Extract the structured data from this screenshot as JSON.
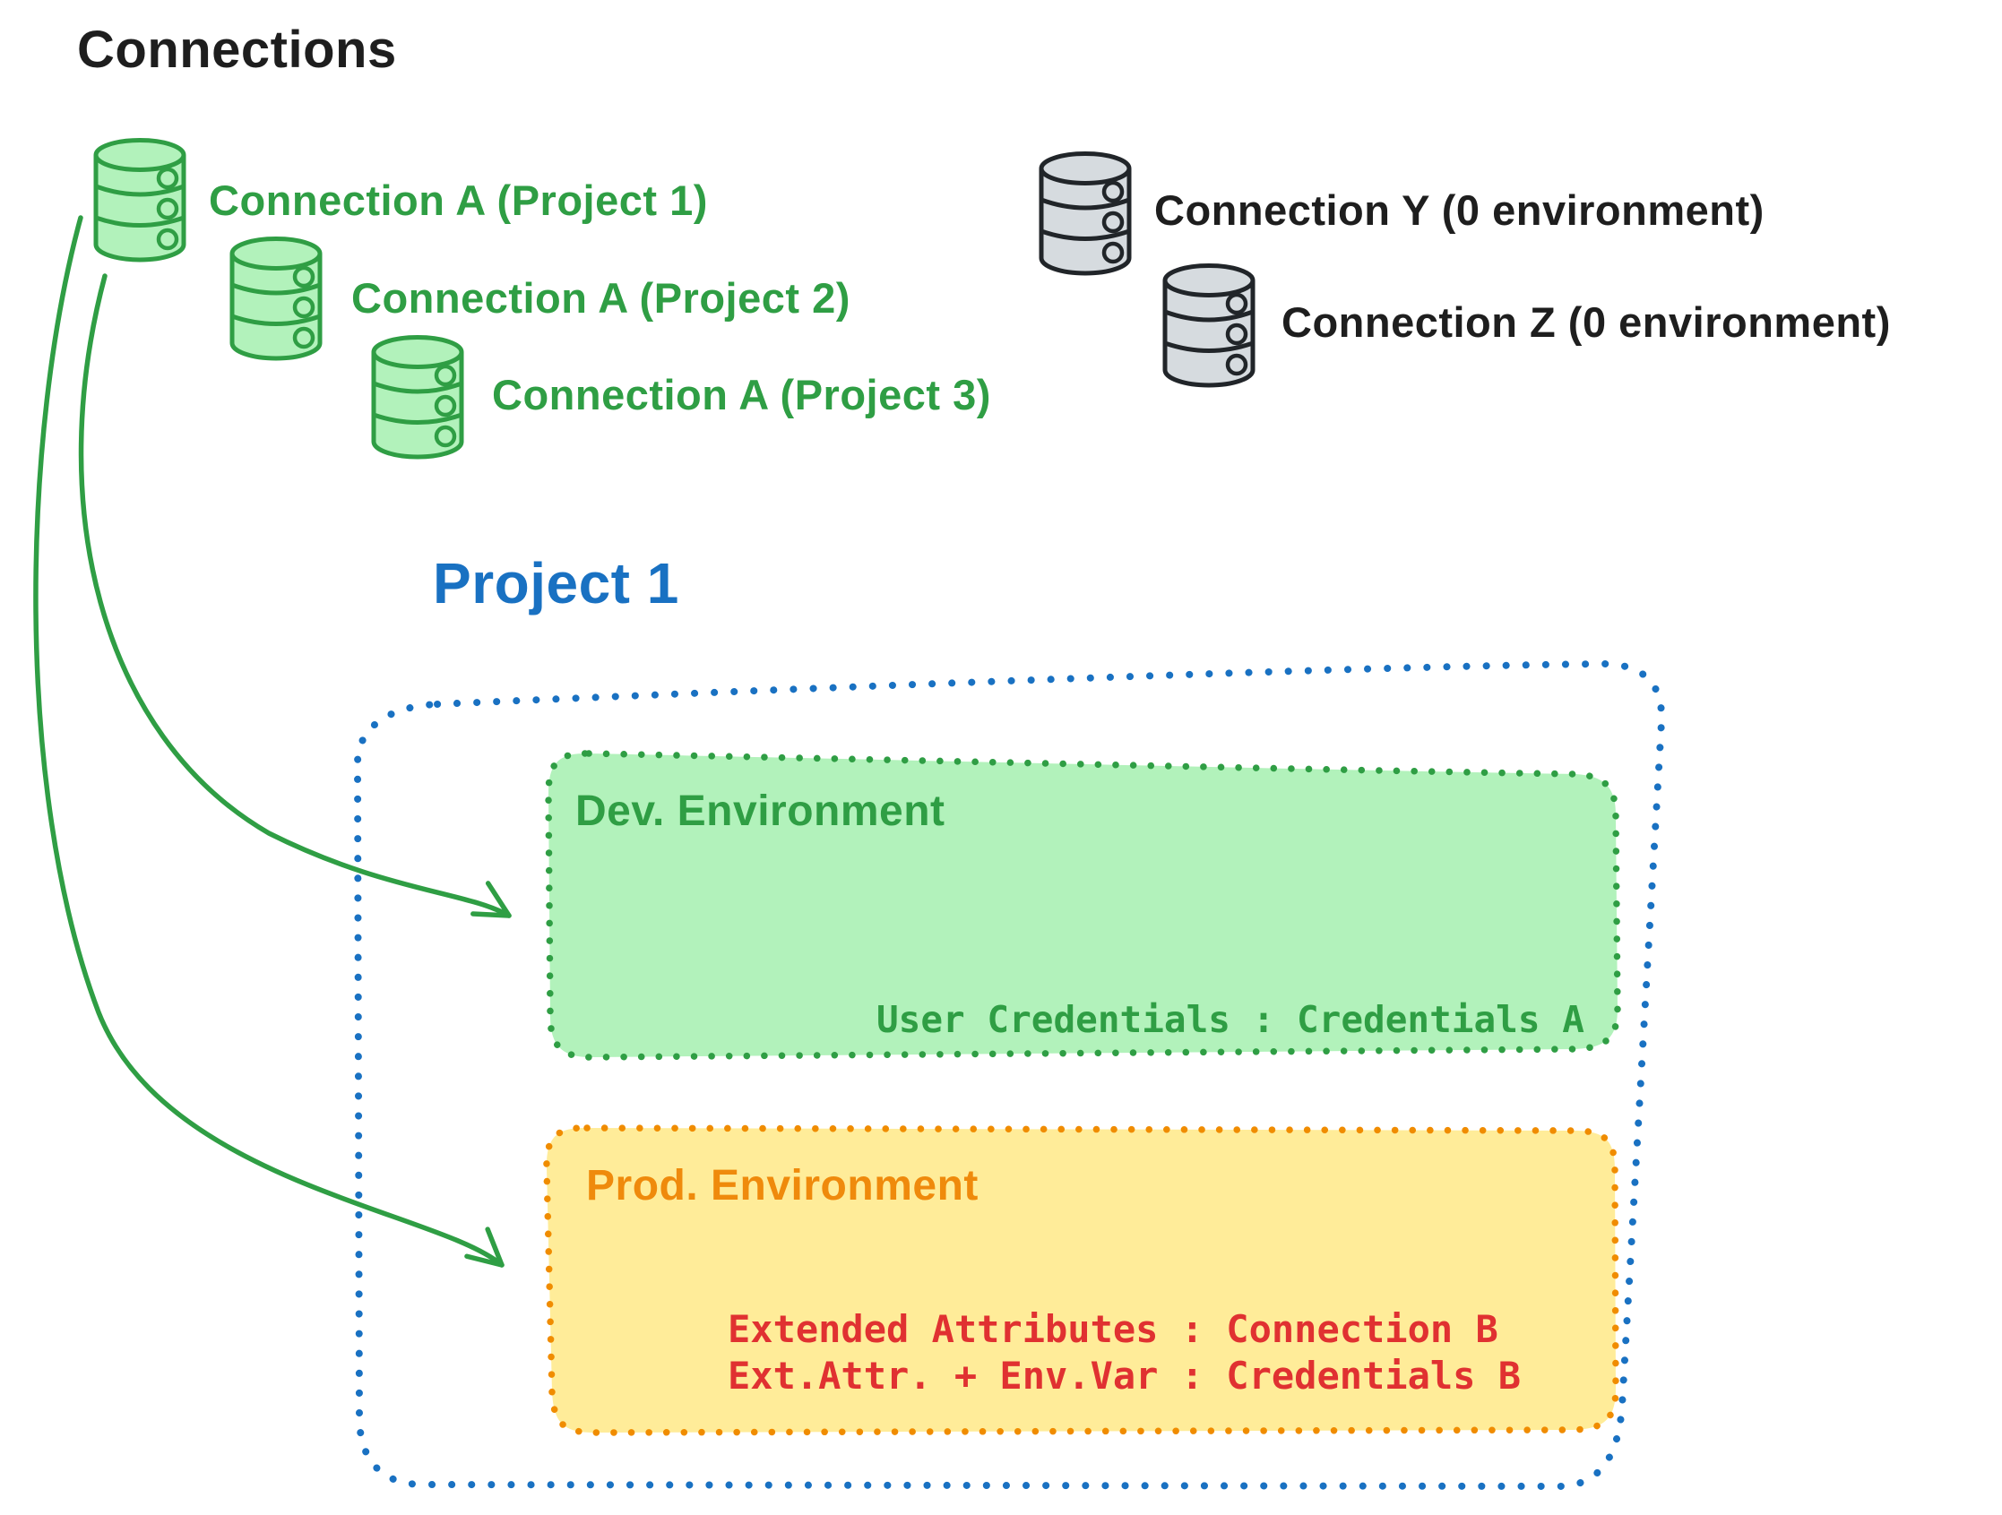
{
  "diagram": {
    "title": "Connections",
    "green_connections": [
      {
        "label": "Connection A (Project 1)"
      },
      {
        "label": "Connection A (Project 2)"
      },
      {
        "label": "Connection A (Project 3)"
      }
    ],
    "gray_connections": [
      {
        "label": "Connection Y (0 environment)"
      },
      {
        "label": "Connection Z (0 environment)"
      }
    ],
    "project": {
      "title": "Project 1",
      "dev_environment": {
        "title": "Dev. Environment",
        "credential_line": "User Credentials : Credentials A"
      },
      "prod_environment": {
        "title": "Prod. Environment",
        "line1": "Extended Attributes : Connection B",
        "line2": "Ext.Attr. + Env.Var : Credentials B"
      }
    },
    "colors": {
      "ink": "#1e1e1e",
      "green_stroke": "#2f9e44",
      "green_fill": "#b2f2bb",
      "gray_stroke": "#212529",
      "gray_fill": "#d6dbdf",
      "blue": "#1971c2",
      "orange_stroke": "#f08c00",
      "orange_fill": "#ffec99",
      "red": "#e03131"
    }
  }
}
